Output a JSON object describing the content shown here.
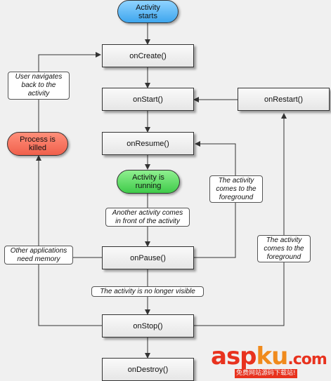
{
  "nodes": {
    "activity_starts": "Activity\nstarts",
    "on_create": "onCreate()",
    "on_start": "onStart()",
    "on_restart": "onRestart()",
    "on_resume": "onResume()",
    "activity_running": "Activity is\nrunning",
    "process_killed": "Process is\nkilled",
    "on_pause": "onPause()",
    "on_stop": "onStop()",
    "on_destroy": "onDestroy()"
  },
  "notes": {
    "user_navigates_back": "User navigates\nback to the\nactivity",
    "another_activity": "Another activity comes\nin front of the activity",
    "comes_to_foreground_1": "The activity\ncomes to the\nforeground",
    "comes_to_foreground_2": "The activity\ncomes to the\nforeground",
    "other_apps_memory": "Other applications\nneed memory",
    "no_longer_visible": "The activity is no longer visible"
  },
  "colors": {
    "start_pill": "#4aa8f0",
    "running_pill": "#4ccd55",
    "killed_pill": "#f0604c",
    "arrow": "#333333"
  },
  "watermark": {
    "logo_text_a": "asp",
    "logo_text_b": "ku",
    "logo_text_c": ".com",
    "sub_text": "免费网站源码下载站!"
  }
}
